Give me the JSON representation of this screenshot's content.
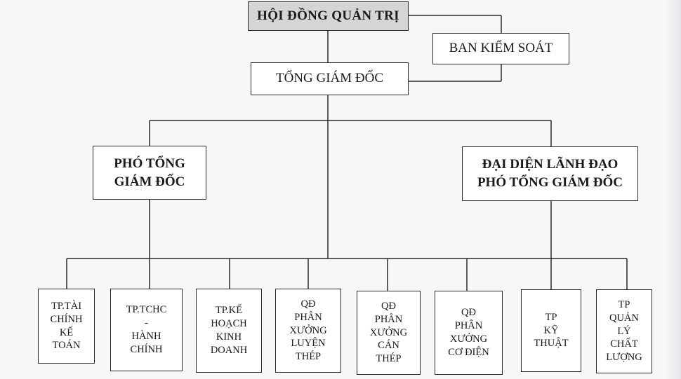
{
  "org_chart": {
    "board": "HỘI ĐỒNG QUẢN TRỊ",
    "supervisory": "BAN KIỂM SOÁT",
    "ceo": "TỔNG GIÁM ĐỐC",
    "deputy_left": "PHÓ TỔNG\nGIÁM ĐỐC",
    "deputy_right": "ĐẠI DIỆN LÃNH ĐẠO\nPHÓ TỔNG GIÁM ĐỐC",
    "departments": [
      "TP.TÀI\nCHÍNH\nKẾ\nTOÁN",
      "TP.TCHC\n-\nHÀNH\nCHÍNH",
      "TP.KẾ\nHOẠCH\nKINH\nDOANH",
      "QĐ\nPHÂN\nXƯỞNG\nLUYỆN\nTHÉP",
      "QĐ\nPHÂN\nXƯỞNG\nCÁN\nTHÉP",
      "QĐ\nPHÂN\nXƯỞNG\nCƠ ĐIỆN",
      "TP\nKỸ\nTHUẬT",
      "TP\nQUẢN\nLÝ\nCHẤT\nLƯỢNG"
    ]
  }
}
